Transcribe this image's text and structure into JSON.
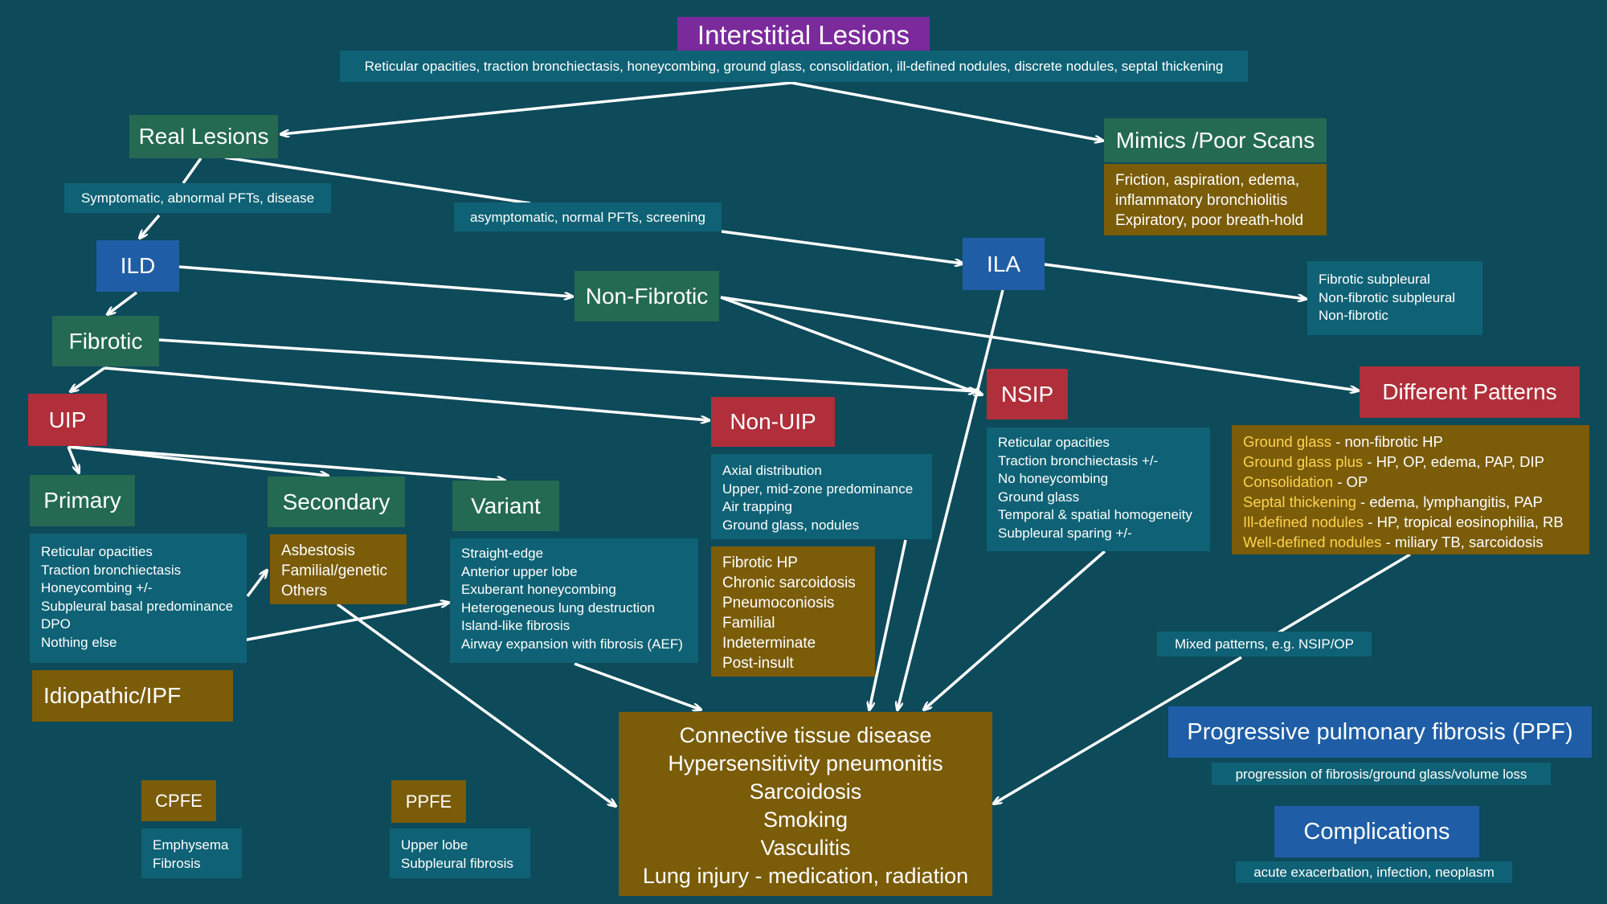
{
  "title": "Interstitial Lesions",
  "subtitle": "Reticular opacities, traction bronchiectasis, honeycombing, ground glass, consolidation, ill-defined nodules, discrete nodules, septal thickening",
  "real_lesions": "Real Lesions",
  "mimics": {
    "label": "Mimics /Poor Scans",
    "items": [
      "Friction, aspiration, edema,",
      "inflammatory bronchiolitis",
      "Expiratory, poor breath-hold"
    ]
  },
  "symptomatic_label": "Symptomatic, abnormal PFTs, disease",
  "asymptomatic_label": "asymptomatic, normal PFTs, screening",
  "ild": "ILD",
  "ila": {
    "label": "ILA",
    "items": [
      "Fibrotic subpleural",
      "Non-fibrotic subpleural",
      "Non-fibrotic"
    ]
  },
  "non_fibrotic": "Non-Fibrotic",
  "fibrotic": "Fibrotic",
  "uip": "UIP",
  "non_uip": {
    "label": "Non-UIP",
    "features": [
      "Axial distribution",
      "Upper, mid-zone predominance",
      "Air trapping",
      "Ground glass, nodules"
    ],
    "causes": [
      "Fibrotic HP",
      "Chronic sarcoidosis",
      "Pneumoconiosis",
      "Familial",
      "Indeterminate",
      "Post-insult"
    ]
  },
  "nsip": {
    "label": "NSIP",
    "features": [
      "Reticular opacities",
      "Traction bronchiectasis +/-",
      "No honeycombing",
      "Ground glass",
      "Temporal & spatial homogeneity",
      "Subpleural sparing +/-"
    ]
  },
  "patterns": {
    "label": "Different Patterns",
    "items": [
      {
        "key": "Ground glass ",
        "desc": " - non-fibrotic HP"
      },
      {
        "key": "Ground glass plus",
        "desc": " - HP, OP, edema, PAP, DIP"
      },
      {
        "key": "Consolidation",
        "desc": " - OP"
      },
      {
        "key": "Septal thickening",
        "desc": " - edema, lymphangitis, PAP"
      },
      {
        "key": "Ill-defined nodules",
        "desc": " - HP, tropical eosinophilia, RB"
      },
      {
        "key": "Well-defined nodules",
        "desc": " - miliary TB, sarcoidosis"
      }
    ]
  },
  "primary": {
    "label": "Primary",
    "features": [
      "Reticular opacities",
      "Traction bronchiectasis",
      "Honeycombing +/-",
      "Subpleural basal predominance",
      "DPO",
      "Nothing else"
    ]
  },
  "idiopathic": "Idiopathic/IPF",
  "secondary": {
    "label": "Secondary",
    "items": [
      "Asbestosis",
      "Familial/genetic",
      "Others"
    ]
  },
  "variant": {
    "label": "Variant",
    "features": [
      "Straight-edge",
      "Anterior upper lobe",
      "Exuberant honeycombing",
      "Heterogeneous lung destruction",
      "Island-like fibrosis",
      "Airway expansion with fibrosis (AEF)"
    ]
  },
  "mixed_label": "Mixed patterns, e.g. NSIP/OP",
  "final_causes": [
    "Connective tissue disease",
    "Hypersensitivity pneumonitis",
    "Sarcoidosis",
    "Smoking",
    "Vasculitis",
    "Lung injury - medication, radiation"
  ],
  "cpfe": {
    "label": "CPFE",
    "items": [
      "Emphysema",
      "Fibrosis"
    ]
  },
  "ppfe": {
    "label": "PPFE",
    "items": [
      "Upper lobe",
      "Subpleural fibrosis"
    ]
  },
  "ppf": {
    "label": "Progressive pulmonary fibrosis (PPF)",
    "desc": "progression of fibrosis/ground glass/volume loss"
  },
  "complications": {
    "label": "Complications",
    "desc": "acute exacerbation, infection, neoplasm"
  },
  "colors": {
    "background": "#0d4a5a",
    "purple": "#7b2a9c",
    "green": "#246a52",
    "blue": "#1f5ea6",
    "red": "#b02f3a",
    "gold": "#7a5c09",
    "teal": "#0f6275",
    "highlight": "#ffd34d"
  }
}
